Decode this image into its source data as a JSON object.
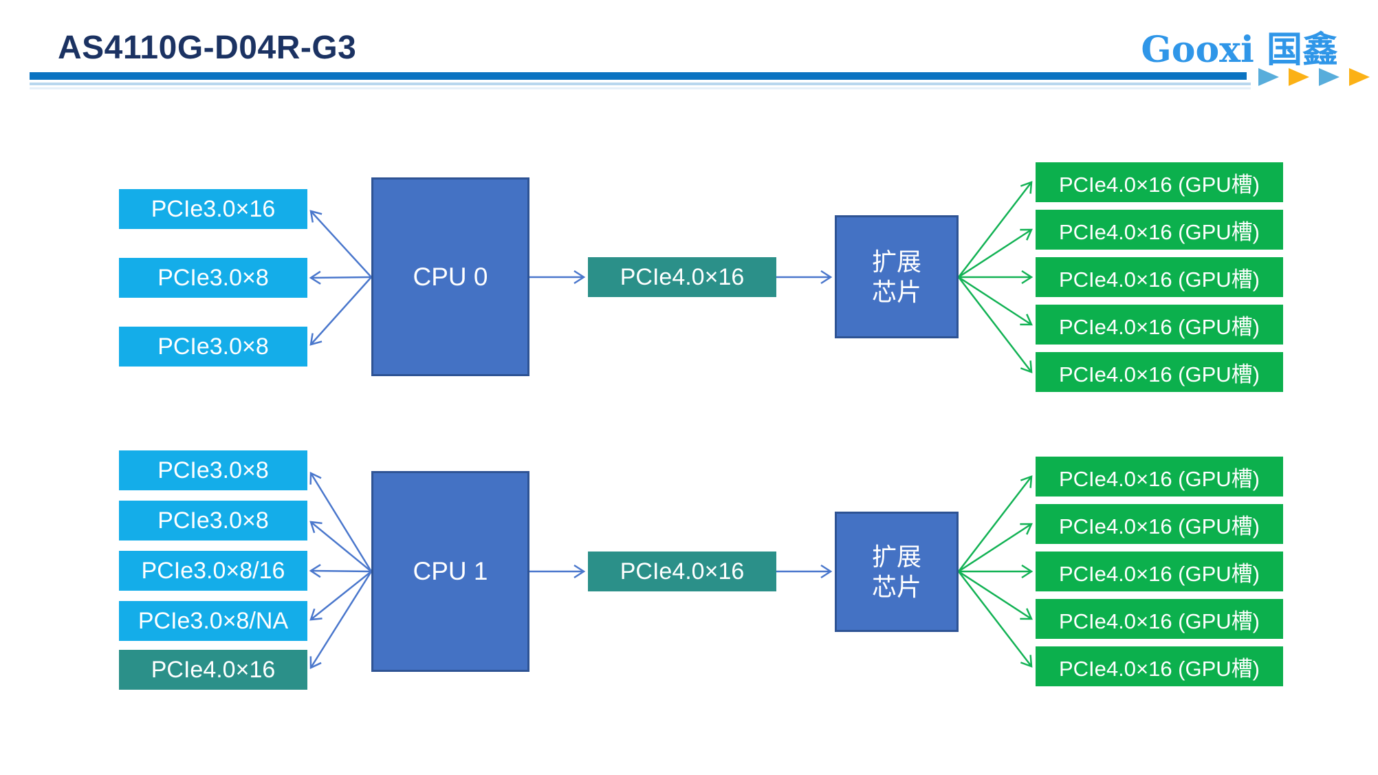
{
  "header": {
    "title": "AS4110G-D04R-G3",
    "logo_text": "Gooxi 国鑫"
  },
  "colors": {
    "title": "#1b3262",
    "rule": "#0b73c1",
    "rule-light": "#b9d7ee",
    "logo": "#2f96e8",
    "tri-blue": "#58addb",
    "tri-amber": "#fbb116",
    "cyan": "#14ade9",
    "teal": "#2b9089",
    "blue": "#4472c4",
    "blue-border": "#2e5394",
    "green": "#0cb04d",
    "arrow-blue": "#4a77cc",
    "arrow-green": "#12b254"
  },
  "groups": [
    {
      "cpu_label": "CPU 0",
      "left_slots": [
        "PCIe3.0×16",
        "PCIe3.0×8",
        "PCIe3.0×8"
      ],
      "link_label": "PCIe4.0×16",
      "expander_lines": [
        "扩展",
        "芯片"
      ],
      "gpu_slots": [
        "PCIe4.0×16 (GPU槽)",
        "PCIe4.0×16 (GPU槽)",
        "PCIe4.0×16 (GPU槽)",
        "PCIe4.0×16 (GPU槽)",
        "PCIe4.0×16 (GPU槽)"
      ]
    },
    {
      "cpu_label": "CPU 1",
      "left_slots": [
        "PCIe3.0×8",
        "PCIe3.0×8",
        "PCIe3.0×8/16",
        "PCIe3.0×8/NA",
        "PCIe4.0×16"
      ],
      "link_label": "PCIe4.0×16",
      "expander_lines": [
        "扩展",
        "芯片"
      ],
      "gpu_slots": [
        "PCIe4.0×16 (GPU槽)",
        "PCIe4.0×16 (GPU槽)",
        "PCIe4.0×16 (GPU槽)",
        "PCIe4.0×16 (GPU槽)",
        "PCIe4.0×16 (GPU槽)"
      ]
    }
  ]
}
